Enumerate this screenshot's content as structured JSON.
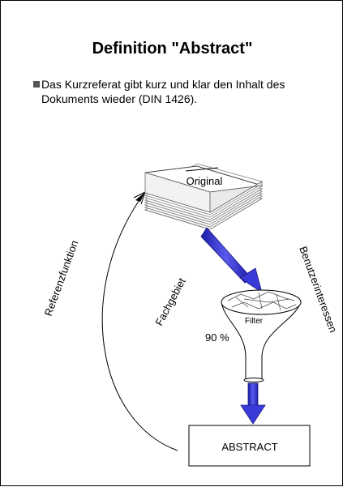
{
  "slide": {
    "title": "Definition \"Abstract\"",
    "bullet": "Das Kurzreferat gibt kurz und klar den Inhalt des Dokuments wieder (DIN 1426)."
  },
  "diagram": {
    "original_label": "Original",
    "filter_label": "Filter",
    "percent_label": "90 %",
    "abstract_label": "ABSTRACT",
    "left_label": "Referenzfunktion",
    "middle_label": "Fachgebiet",
    "right_label": "Benutzerinteressen",
    "arrow_color": "#3a3ad8"
  }
}
